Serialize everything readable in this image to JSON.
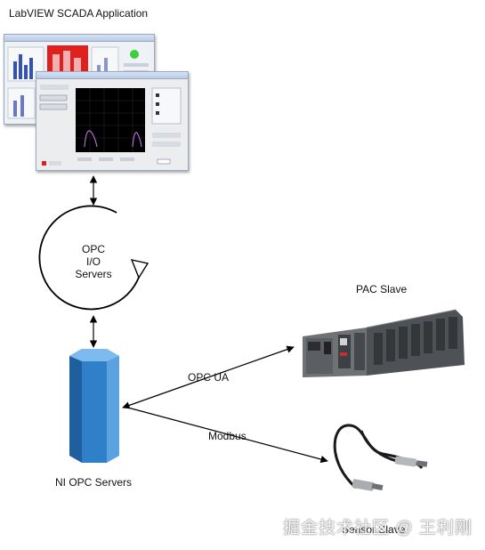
{
  "scada": {
    "title": "LabVIEW SCADA Application"
  },
  "opc_io": {
    "line1": "OPC",
    "line2": "I/O",
    "line3": "Servers"
  },
  "ni_opc": {
    "label": "NI OPC Servers"
  },
  "pac": {
    "label": "PAC Slave"
  },
  "sensor": {
    "label": "Sensor Slave"
  },
  "links": {
    "opc_ua": "OPC UA",
    "modbus": "Modbus"
  },
  "watermark": "掘金技术社区 @ 王利刚",
  "colors": {
    "server_blue": "#2f7fc9",
    "server_light": "#5aa2e0",
    "alarm_red": "#e0201c",
    "graph_bg": "#000000"
  }
}
